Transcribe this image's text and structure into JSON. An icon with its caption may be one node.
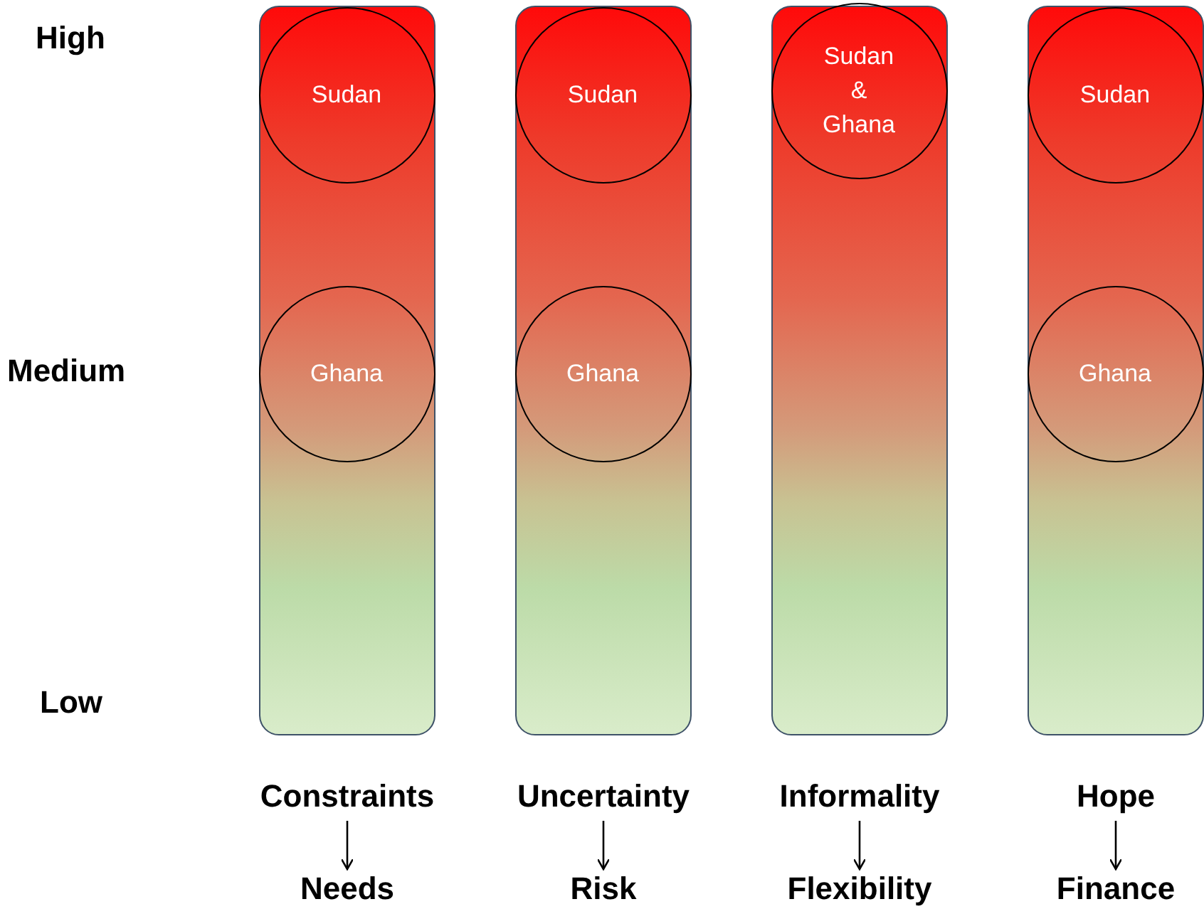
{
  "diagram": {
    "nodes": [
      {
        "text": [],
        "shape": "bar"
      },
      {
        "text": [
          "Sudan"
        ],
        "in": 0
      },
      {
        "text": [
          "Ghana"
        ],
        "in": 0
      },
      {
        "text": [],
        "shape": "bar"
      },
      {
        "text": [
          "Sudan"
        ],
        "in": 3
      },
      {
        "text": [
          "Ghana"
        ],
        "in": 3
      },
      {
        "text": [],
        "shape": "bar"
      },
      {
        "text": [
          "Sudan & Ghana"
        ],
        "in": 6
      },
      {
        "text": [],
        "shape": "bar"
      },
      {
        "text": [
          "Sudan"
        ],
        "in": 8
      },
      {
        "text": [
          "Ghana"
        ],
        "in": 8
      },
      {
        "text": [
          "Constraints"
        ]
      },
      {
        "text": [
          "Needs"
        ]
      },
      {
        "text": [
          "Uncertainty"
        ]
      },
      {
        "text": [
          "Risk"
        ]
      },
      {
        "text": [
          "Informality"
        ]
      },
      {
        "text": [
          "Flexibility"
        ]
      },
      {
        "text": [
          "Hope"
        ]
      },
      {
        "text": [
          "Finance"
        ]
      }
    ],
    "edges": [
      {
        "from": 11,
        "to": 12,
        "arrow": "to"
      },
      {
        "from": 13,
        "to": 14,
        "arrow": "to"
      },
      {
        "from": 15,
        "to": 16,
        "arrow": "to"
      },
      {
        "from": 17,
        "to": 18,
        "arrow": "to"
      }
    ],
    "labels": [
      "High",
      "Medium",
      "Low"
    ]
  }
}
